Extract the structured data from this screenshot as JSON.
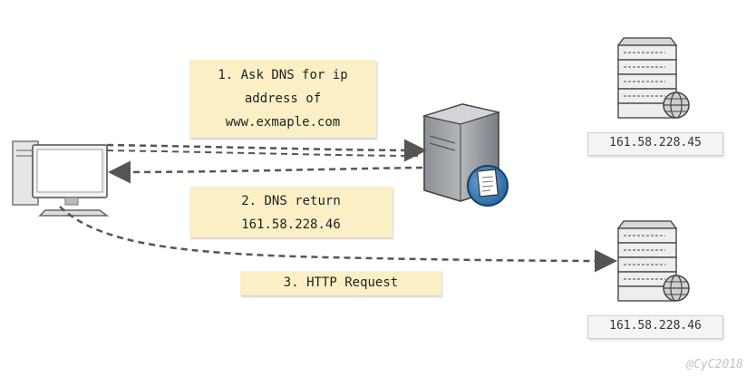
{
  "notes": {
    "dns_query": [
      "1. Ask DNS for ip",
      "address of",
      "www.exmaple.com"
    ],
    "dns_return": [
      "2. DNS return",
      "161.58.228.46"
    ],
    "http_request": "3. HTTP Request"
  },
  "servers": {
    "web1_ip": "161.58.228.45",
    "web2_ip": "161.58.228.46"
  },
  "watermark": "@CyC2018",
  "icons": [
    "client-computer-icon",
    "dns-server-icon",
    "web-server-icon"
  ],
  "colors": {
    "note_bg": "#fbefc6",
    "arrow": "#555555"
  }
}
